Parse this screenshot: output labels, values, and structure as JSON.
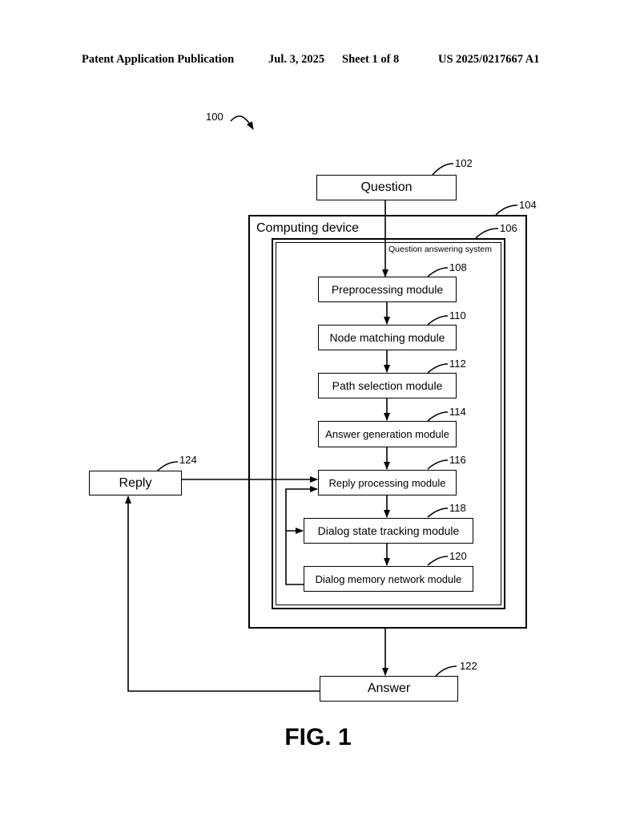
{
  "header": {
    "publication": "Patent Application Publication",
    "date": "Jul. 3, 2025",
    "sheet": "Sheet 1 of 8",
    "number": "US 2025/0217667 A1"
  },
  "diagram": {
    "ref_system": "100",
    "question": {
      "label": "Question",
      "ref": "102"
    },
    "computing_device": {
      "label": "Computing device",
      "ref": "104"
    },
    "qa_system": {
      "label": "Question answering system",
      "ref": "106"
    },
    "modules": [
      {
        "label": "Preprocessing module",
        "ref": "108"
      },
      {
        "label": "Node matching module",
        "ref": "110"
      },
      {
        "label": "Path selection module",
        "ref": "112"
      },
      {
        "label": "Answer generation module",
        "ref": "114"
      },
      {
        "label": "Reply processing module",
        "ref": "116"
      },
      {
        "label": "Dialog state tracking module",
        "ref": "118"
      },
      {
        "label": "Dialog memory network module",
        "ref": "120"
      }
    ],
    "answer": {
      "label": "Answer",
      "ref": "122"
    },
    "reply": {
      "label": "Reply",
      "ref": "124"
    }
  },
  "figure_label": "FIG. 1"
}
